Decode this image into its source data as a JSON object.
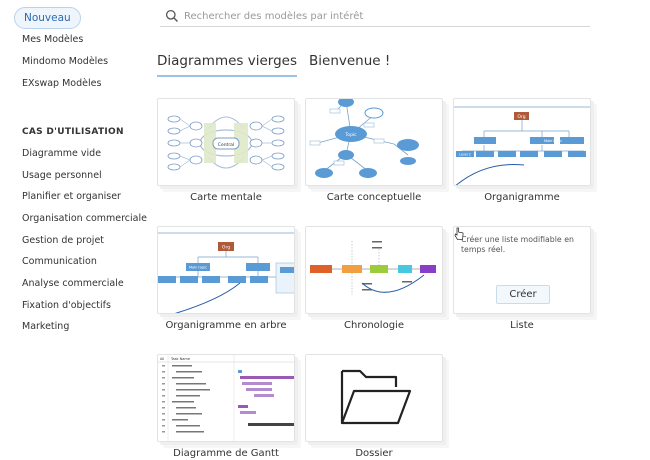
{
  "sidebar": {
    "new_label": "Nouveau",
    "links": [
      "Mes Modèles",
      "Mindomo Modèles",
      "EXswap Modèles"
    ],
    "section_title": "CAS D'UTILISATION",
    "use_cases": [
      "Diagramme vide",
      "Usage personnel",
      "Planifier et organiser",
      "Organisation commerciale",
      "Gestion de projet",
      "Communication",
      "Analyse commerciale",
      "Fixation d'objectifs",
      "Marketing"
    ]
  },
  "search": {
    "placeholder": "Rechercher des modèles par intérêt"
  },
  "tabs": {
    "active": "Diagrammes vierges",
    "other": "Bienvenue !"
  },
  "cards": {
    "mind_map": "Carte mentale",
    "concept_map": "Carte conceptuelle",
    "org_chart": "Organigramme",
    "tree_org_chart": "Organigramme en arbre",
    "timeline": "Chronologie",
    "list": "Liste",
    "gantt": "Diagramme de Gantt",
    "folder": "Dossier"
  },
  "list_card": {
    "description": "Créer une liste modifiable en temps réel.",
    "create_label": "Créer"
  },
  "thumbnail_text": {
    "central": "Central",
    "topic": "Topic",
    "org": "Org",
    "main_topic": "Main topic",
    "level": "Level 2",
    "gantt_all": "All",
    "gantt_task_name": "Task Name"
  },
  "colors": {
    "accent": "#2b6cb0",
    "node_blue": "#5b9bd5",
    "org_brown": "#b05a3c"
  }
}
